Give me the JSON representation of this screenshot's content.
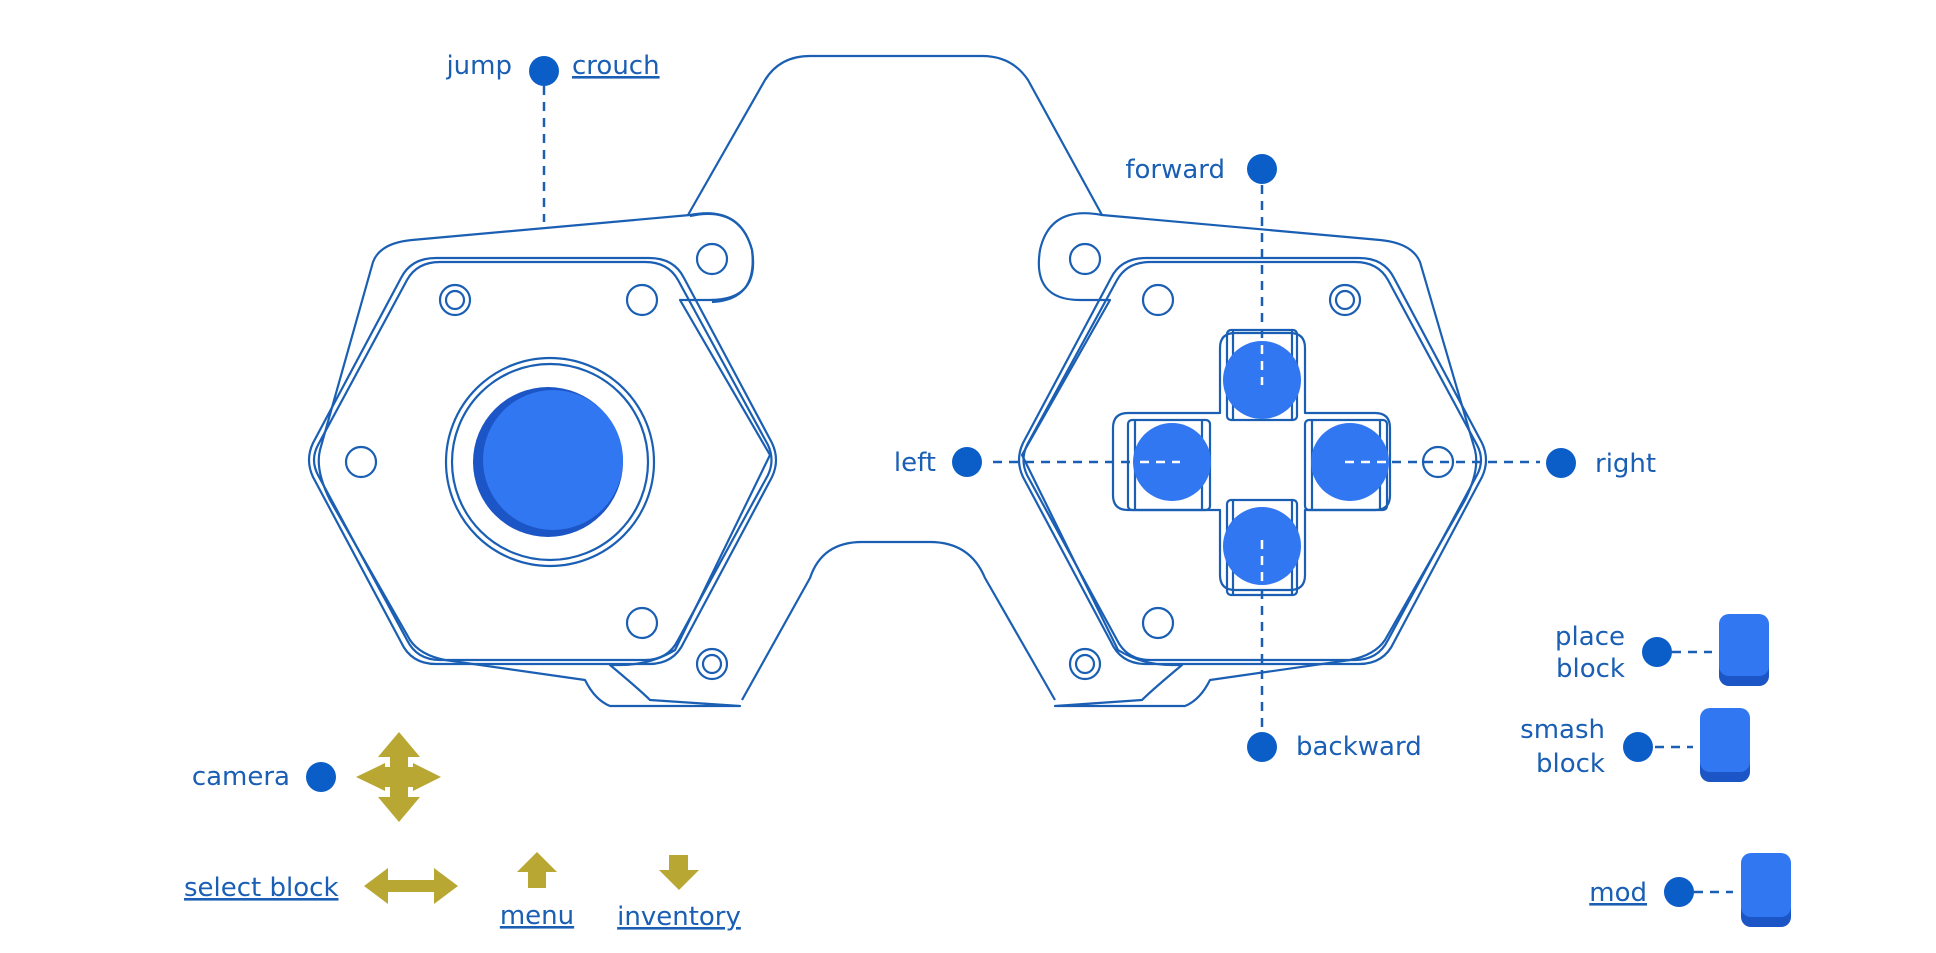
{
  "colors": {
    "outline": "#1a5fb4",
    "button_fill": "#3177f2",
    "dot": "#0b5ec7",
    "arrow": "#b9a733",
    "background": "#ffffff"
  },
  "labels": {
    "jump": "jump",
    "crouch": "crouch",
    "forward": "forward",
    "left": "left",
    "right": "right",
    "backward": "backward",
    "place_block_line1": "place",
    "place_block_line2": "block",
    "smash_block_line1": "smash",
    "smash_block_line2": "block",
    "mod": "mod",
    "camera": "camera",
    "select_block": "select block",
    "menu": "menu",
    "inventory": "inventory"
  },
  "icons": {
    "camera": "four-way-arrow-icon",
    "select_block": "left-right-arrow-icon",
    "menu": "up-arrow-icon",
    "inventory": "down-arrow-icon"
  }
}
